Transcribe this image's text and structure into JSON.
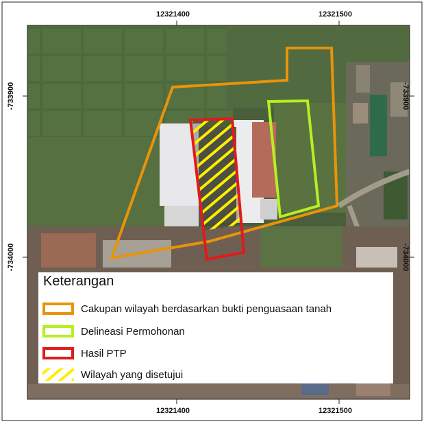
{
  "colors": {
    "coverage": "#e8940a",
    "delineation": "#b6f021",
    "ptp": "#e01b1b",
    "approved": "#ffee00"
  },
  "grid": {
    "x_labels_top": [
      "12321400",
      "12321500"
    ],
    "x_labels_bottom": [
      "12321400",
      "12321500"
    ],
    "y_labels_left": [
      "-733900",
      "-734000"
    ],
    "y_labels_right": [
      "-733900",
      "-734000"
    ]
  },
  "legend": {
    "title": "Keterangan",
    "items": [
      {
        "label": "Cakupan wilayah berdasarkan bukti penguasaan tanah",
        "style": "outline-orange"
      },
      {
        "label": "Delineasi Permohonan",
        "style": "outline-green"
      },
      {
        "label": "Hasil PTP",
        "style": "outline-red"
      },
      {
        "label": "Wilayah yang disetujui",
        "style": "hatch-yellow"
      }
    ]
  }
}
